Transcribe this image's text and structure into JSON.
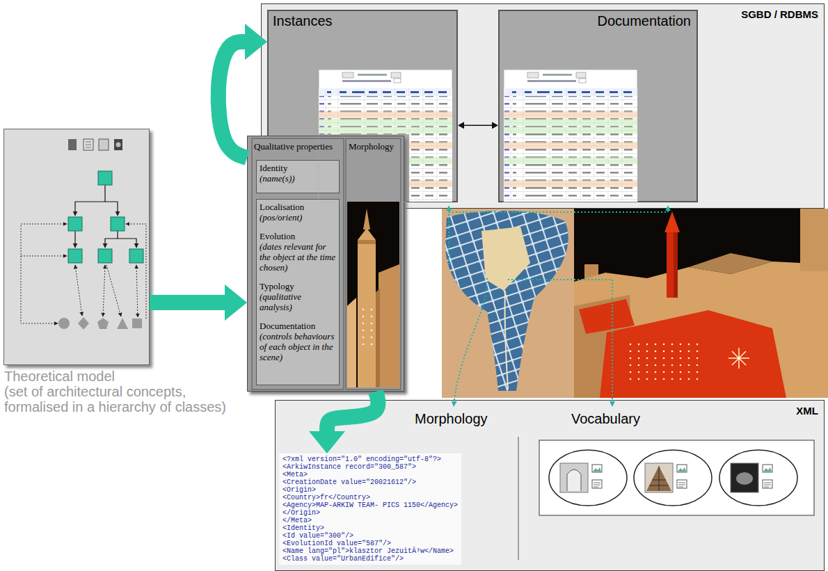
{
  "diagram": {
    "nodes": [
      {
        "text": [
          "SGBD / RDBMS"
        ]
      },
      {
        "text": [
          "Instances"
        ],
        "in": 0
      },
      {
        "text": [
          "Documentation"
        ],
        "in": 0
      },
      {
        "text": [
          "Theoretical model",
          "(set of architectural concepts, formalised in a hierarchy of classes)"
        ]
      },
      {
        "text": [
          "Qualitative properties",
          "Morphology"
        ]
      },
      {
        "text": [
          "Identity",
          "(name(s))"
        ],
        "in": 4
      },
      {
        "text": [
          "Localisation",
          "(pos/orient)",
          "Evolution",
          "(dates relevant for the object at the time chosen)",
          "Typology",
          "(qualitative analysis)",
          "Documentation",
          "(controls behaviours of each object in the scene)"
        ],
        "in": 4
      },
      {
        "text": [
          "XML",
          "Morphology",
          "Vocabulary"
        ]
      },
      {
        "text": [
          "<?xml version=\"1.0\" encoding=\"utf-8\"?>",
          "<ArkiwInstance record=\"300_587\">",
          "<Meta>",
          "<CreationDate value=\"20021612\"/>",
          "<Origin>",
          "<Country>fr</Country>",
          "<Agency>MAP-ARKIW TEAM- PICS 1150</Agency>",
          "</Origin>",
          "</Meta>",
          "<Identity>",
          "<Id value=\"300\"/>",
          "<EvolutionId value=\"587\"/>",
          "<Name lang=\"pl\">klasztor JezuitÃ³w</Name>",
          "<Class value=\"UrbanEdifice\"/>"
        ],
        "in": 7
      }
    ],
    "edges": [
      {
        "from": 1,
        "to": 2,
        "arrow": "both"
      },
      {
        "from": 3,
        "to": 4,
        "arrow": "to"
      },
      {
        "from": 4,
        "to": 1,
        "arrow": "to"
      },
      {
        "from": 4,
        "to": 8,
        "arrow": "to"
      }
    ]
  }
}
